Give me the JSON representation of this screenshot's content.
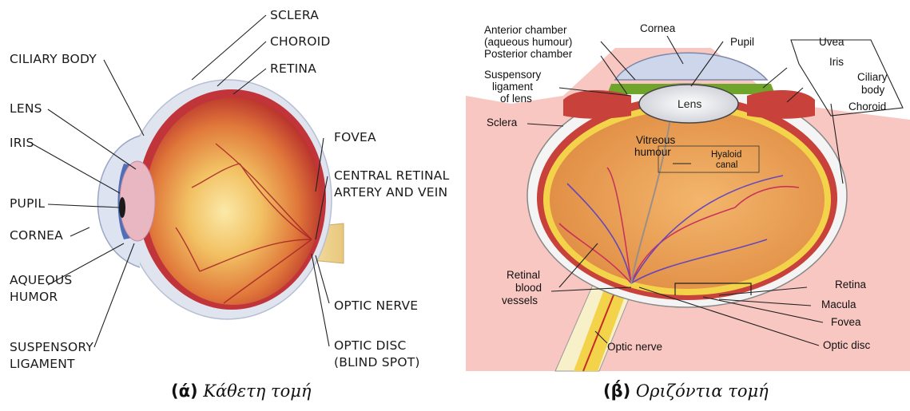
{
  "panel_a": {
    "labels": {
      "sclera": "SCLERA",
      "choroid": "CHOROID",
      "ciliary_body": "CILIARY BODY",
      "retina": "RETINA",
      "lens": "LENS",
      "iris": "IRIS",
      "fovea": "FOVEA",
      "central_retinal_1": "CENTRAL RETINAL",
      "central_retinal_2": "ARTERY AND VEIN",
      "pupil": "PUPIL",
      "cornea": "CORNEA",
      "aqueous_1": "AQUEOUS",
      "aqueous_2": "HUMOR",
      "optic_nerve": "OPTIC NERVE",
      "suspensory_1": "SUSPENSORY",
      "suspensory_2": "LIGAMENT",
      "optic_disc_1": "OPTIC DISC",
      "optic_disc_2": "(BLIND SPOT)"
    },
    "caption_tag": "(ά)",
    "caption_text": "Κάθετη τομή"
  },
  "panel_b": {
    "labels": {
      "anterior_1": "Anterior chamber",
      "anterior_2": "(aqueous humour)",
      "posterior": "Posterior chamber",
      "cornea": "Cornea",
      "pupil": "Pupil",
      "uvea": "Uvea",
      "iris": "Iris",
      "ciliary_1": "Ciliary",
      "ciliary_2": "body",
      "choroid": "Choroid",
      "suspensory_1": "Suspensory",
      "suspensory_2": "ligament",
      "suspensory_3": "of lens",
      "lens": "Lens",
      "sclera": "Sclera",
      "vitreous_1": "Vitreous",
      "vitreous_2": "humour",
      "hyaloid_1": "Hyaloid",
      "hyaloid_2": "canal",
      "retinal_1": "Retinal",
      "retinal_2": "blood",
      "retinal_3": "vessels",
      "retina": "Retina",
      "macula": "Macula",
      "fovea": "Fovea",
      "optic_nerve": "Optic nerve",
      "optic_disc": "Optic disc"
    },
    "caption_tag": "(β́)",
    "caption_text": "Οριζόντια τομή"
  },
  "colors": {
    "pink_bg": "#f9c7c2",
    "vitreous": "#e9a25a",
    "retina_yellow": "#f3d34a",
    "choroid_red": "#c8413a",
    "sclera_white": "#f4f4f4",
    "cornea_blue": "#cdd6ea",
    "iris_green": "#6fa52a"
  }
}
